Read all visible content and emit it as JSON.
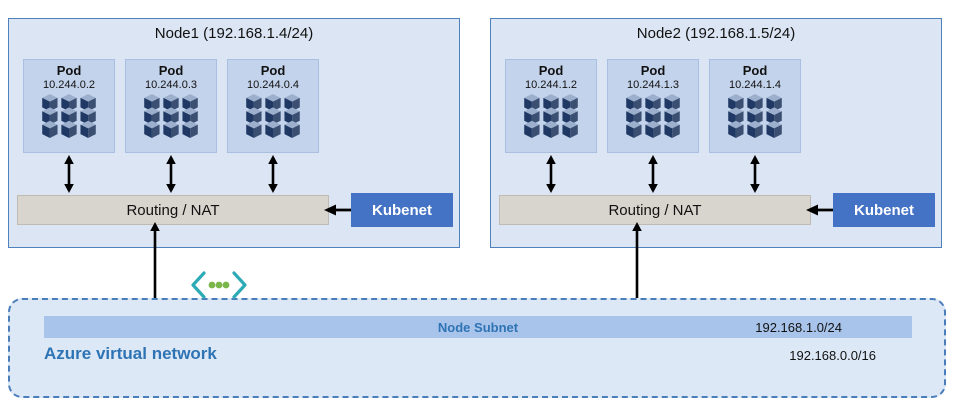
{
  "nodes": [
    {
      "title": "Node1 (192.168.1.4/24)",
      "routing_label": "Routing / NAT",
      "kubenet_label": "Kubenet",
      "pods": [
        {
          "label": "Pod",
          "ip": "10.244.0.2"
        },
        {
          "label": "Pod",
          "ip": "10.244.0.3"
        },
        {
          "label": "Pod",
          "ip": "10.244.0.4"
        }
      ]
    },
    {
      "title": "Node2 (192.168.1.5/24)",
      "routing_label": "Routing / NAT",
      "kubenet_label": "Kubenet",
      "pods": [
        {
          "label": "Pod",
          "ip": "10.244.1.2"
        },
        {
          "label": "Pod",
          "ip": "10.244.1.3"
        },
        {
          "label": "Pod",
          "ip": "10.244.1.4"
        }
      ]
    }
  ],
  "subnet": {
    "label": "Node Subnet",
    "cidr": "192.168.1.0/24"
  },
  "vnet": {
    "label": "Azure virtual network",
    "cidr": "192.168.0.0/16"
  },
  "icons": {
    "pod_icon": "container-cubes-icon",
    "vnet_icon": "virtual-network-icon",
    "arrow_icon": "double-headed-arrow-icon"
  },
  "colors": {
    "node_fill": "#dbe5f3",
    "node_border": "#4f81bd",
    "pod_fill": "#c3d3eb",
    "routing_fill": "#d8d4ce",
    "kubenet_fill": "#4472c4",
    "subnet_bar_fill": "#a9c4ea",
    "vnet_fill": "#dde8f6",
    "vnet_border": "#4a7ebb",
    "accent_blue": "#2e74b5",
    "arrow_black": "#000000",
    "icon_teal": "#2caab5",
    "icon_green": "#7ab648",
    "cube_dark": "#1f3864"
  }
}
